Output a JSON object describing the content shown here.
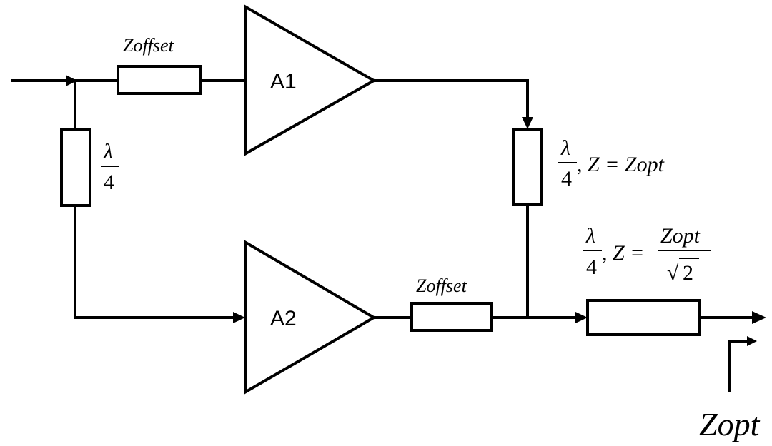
{
  "amplifiers": {
    "a1": "A1",
    "a2": "A2"
  },
  "input_branch": {
    "offset_label": "Zoffset",
    "quarter_num": "λ",
    "quarter_den": "4"
  },
  "output_a1_line": {
    "num": "λ",
    "den": "4",
    "suffix": ", Z = Zopt"
  },
  "a2_offset_label": "Zoffset",
  "output_transformer": {
    "num": "λ",
    "den": "4",
    "prefix": ", Z =",
    "z_num": "Zopt",
    "z_den_root": "√",
    "z_den_val": "2"
  },
  "output_impedance_label": "Zopt"
}
